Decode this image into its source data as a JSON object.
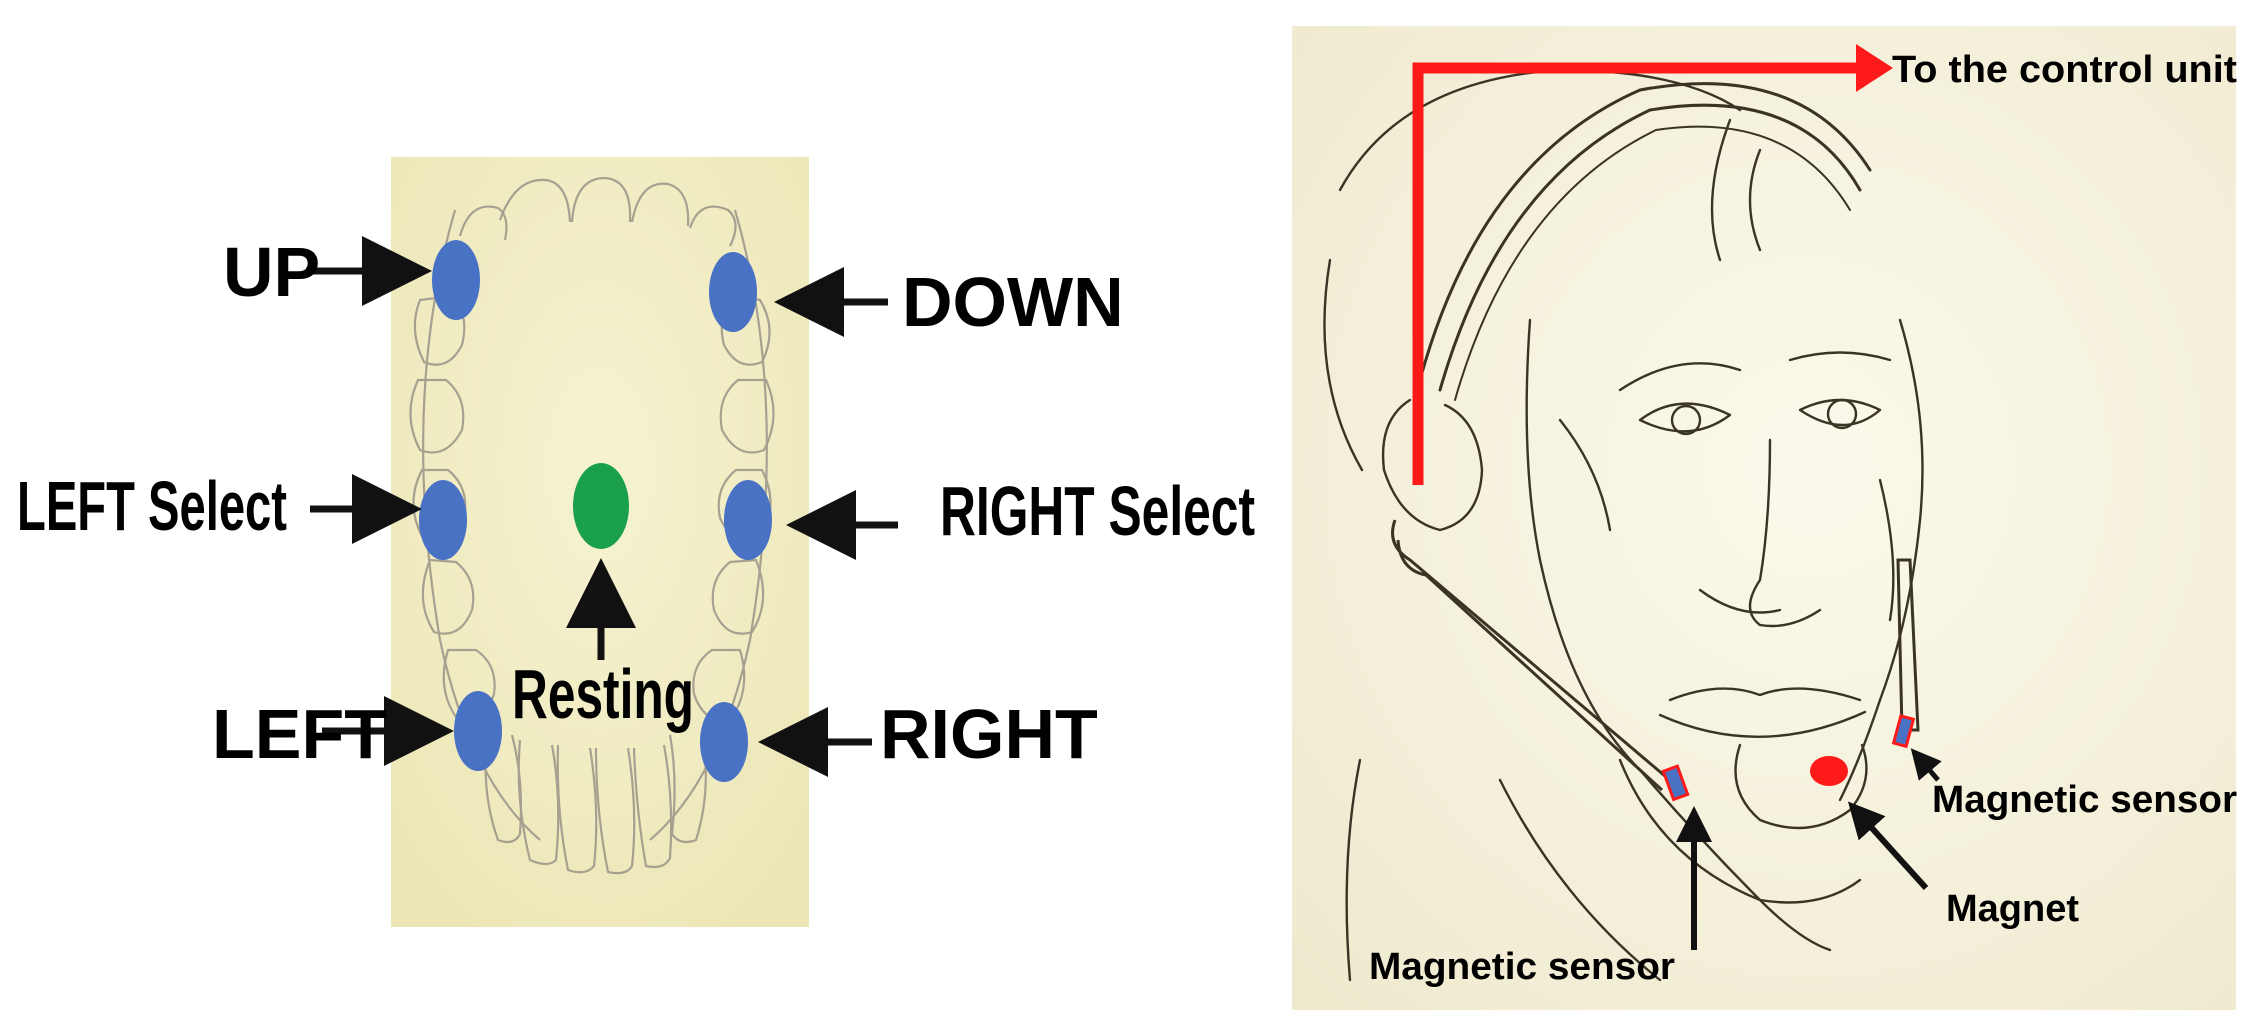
{
  "mouth_diagram": {
    "labels": {
      "up": "UP",
      "down": "DOWN",
      "left_select": "LEFT Select",
      "right_select": "RIGHT Select",
      "left": "LEFT",
      "right": "RIGHT",
      "resting": "Resting"
    },
    "colors": {
      "panel_background": "#f2eec4",
      "command_point": "#4a72c4",
      "resting_point": "#1aa04a",
      "arrow": "#111111"
    }
  },
  "head_diagram": {
    "labels": {
      "control_unit": "To the control unit",
      "sensor_left": "Magnetic sensor",
      "sensor_right": "Magnetic sensor",
      "magnet": "Magnet"
    },
    "colors": {
      "panel_background": "#f4f1d6",
      "control_line": "#ff1a1a",
      "magnet": "#ff1a1a",
      "sensor": "#4a72c4",
      "sketch_line": "#3a3424"
    }
  }
}
